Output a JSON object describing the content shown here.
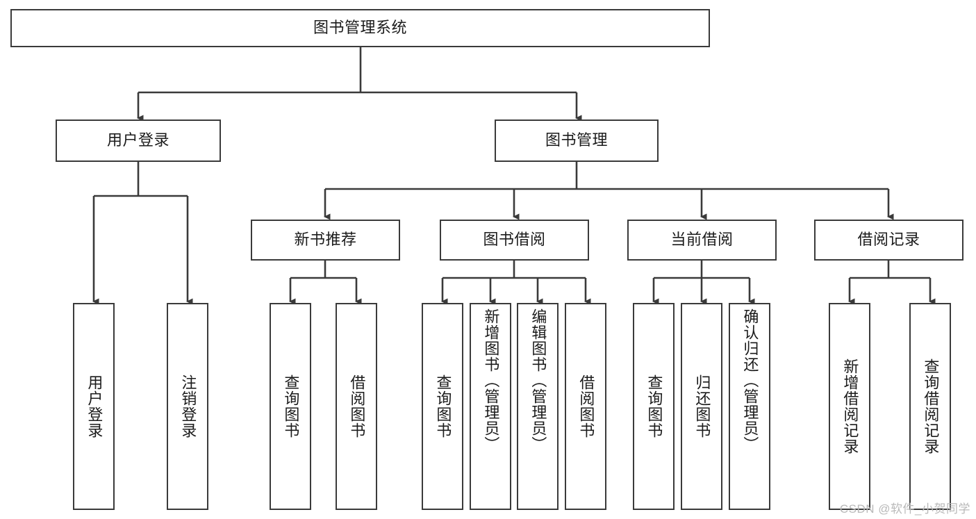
{
  "diagram": {
    "type": "tree-hierarchy-chart",
    "title": "图书管理系统",
    "root": {
      "id": "root",
      "label": "图书管理系统",
      "orientation": "horizontal"
    },
    "level2": [
      {
        "id": "user-login",
        "label": "用户登录",
        "orientation": "horizontal"
      },
      {
        "id": "book-manage",
        "label": "图书管理",
        "orientation": "horizontal"
      }
    ],
    "level3": [
      {
        "id": "new-book-recommend",
        "label": "新书推荐",
        "orientation": "horizontal",
        "parent": "book-manage"
      },
      {
        "id": "book-borrow",
        "label": "图书借阅",
        "orientation": "horizontal",
        "parent": "book-manage"
      },
      {
        "id": "current-borrow",
        "label": "当前借阅",
        "orientation": "horizontal",
        "parent": "book-manage"
      },
      {
        "id": "borrow-record",
        "label": "借阅记录",
        "orientation": "horizontal",
        "parent": "book-manage"
      }
    ],
    "leaves": [
      {
        "id": "leaf-user-login",
        "label": "用户登录",
        "parent": "user-login"
      },
      {
        "id": "leaf-user-logout",
        "label": "注销登录",
        "parent": "user-login"
      },
      {
        "id": "leaf-query-book-1",
        "label": "查询图书",
        "parent": "new-book-recommend"
      },
      {
        "id": "leaf-borrow-book-1",
        "label": "借阅图书",
        "parent": "new-book-recommend"
      },
      {
        "id": "leaf-query-book-2",
        "label": "查询图书",
        "parent": "book-borrow"
      },
      {
        "id": "leaf-add-book",
        "label": "新增图书（管理员）",
        "parent": "book-borrow"
      },
      {
        "id": "leaf-edit-book",
        "label": "编辑图书（管理员）",
        "parent": "book-borrow"
      },
      {
        "id": "leaf-borrow-book-2",
        "label": "借阅图书",
        "parent": "book-borrow"
      },
      {
        "id": "leaf-query-book-3",
        "label": "查询图书",
        "parent": "current-borrow"
      },
      {
        "id": "leaf-return-book",
        "label": "归还图书",
        "parent": "current-borrow"
      },
      {
        "id": "leaf-confirm-return",
        "label": "确认归还（管理员）",
        "parent": "current-borrow"
      },
      {
        "id": "leaf-add-record",
        "label": "新增借阅记录",
        "parent": "borrow-record"
      },
      {
        "id": "leaf-query-record",
        "label": "查询借阅记录",
        "parent": "borrow-record"
      }
    ],
    "colors": {
      "background": "#ffffff",
      "box_fill": "#ffffff",
      "box_stroke": "#3a3a3a",
      "connector": "#3a3a3a",
      "text": "#1b1b1b",
      "watermark": "#b9b9b9"
    }
  },
  "watermark": {
    "text": "CSDN @软件_小贺同学"
  }
}
